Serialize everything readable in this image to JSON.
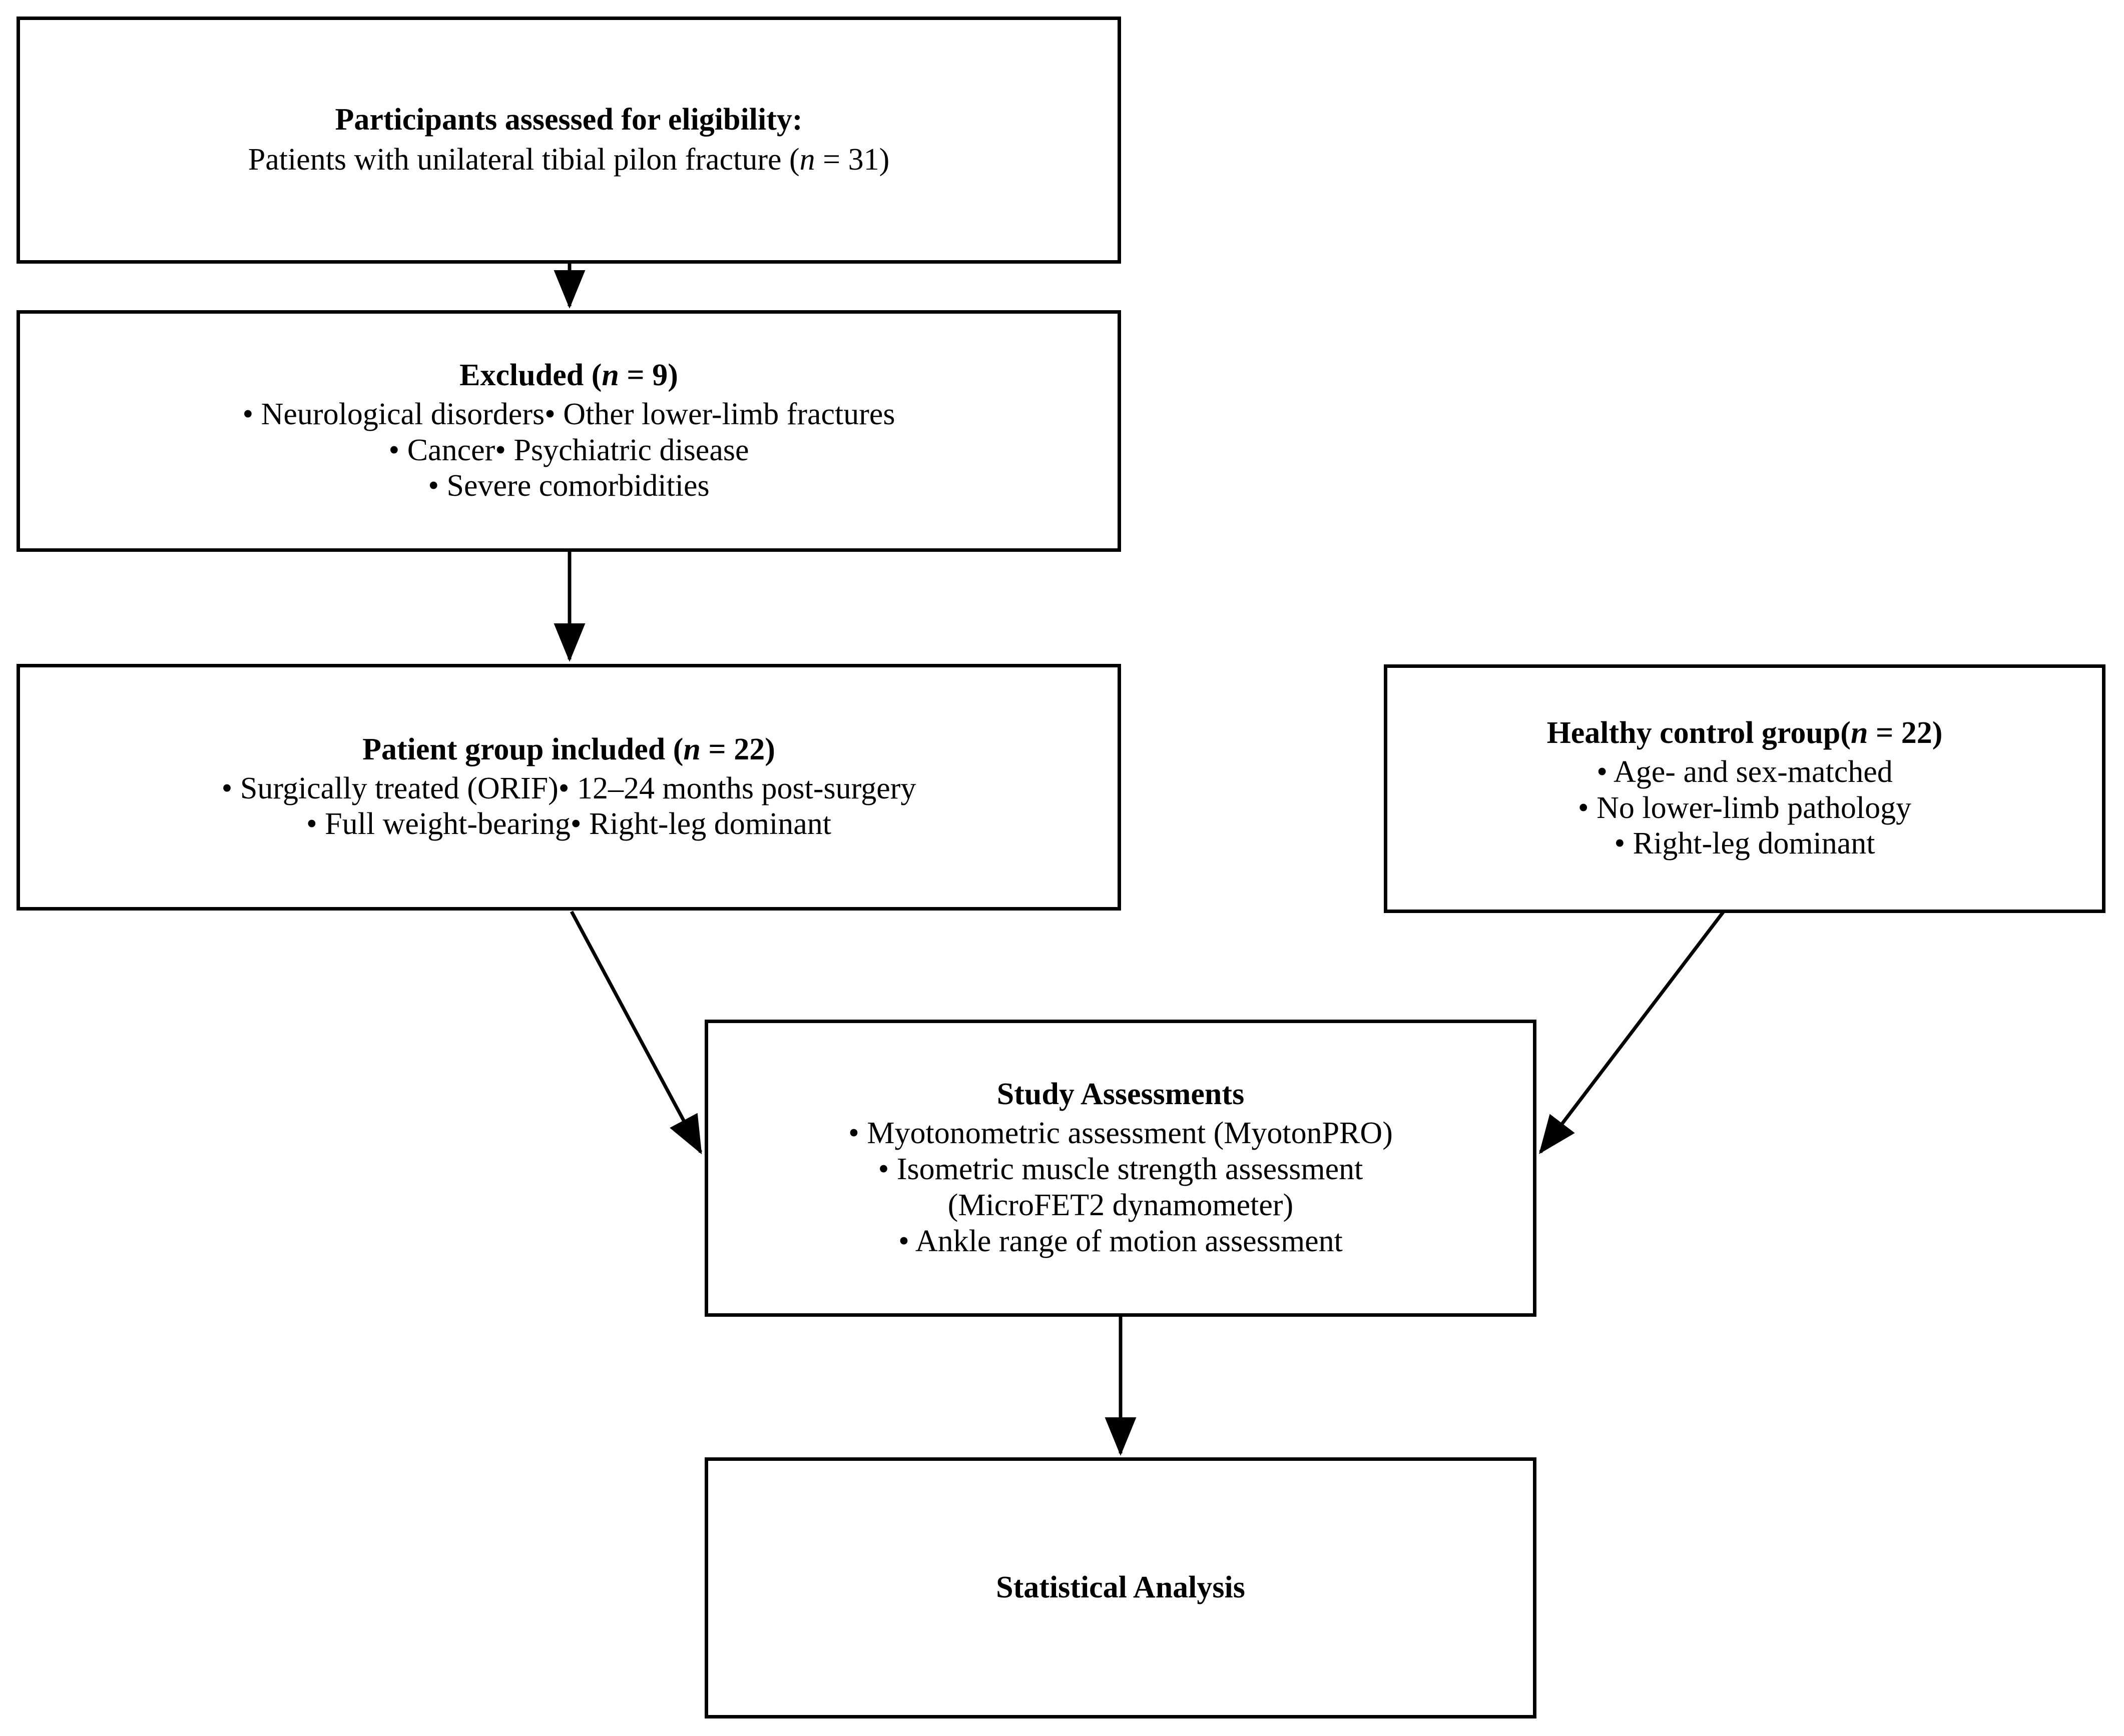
{
  "diagram": {
    "type": "flowchart",
    "title": "Study participant flow diagram",
    "nodes": [
      {
        "id": "eligibility",
        "title": "Participants assessed for eligibility:",
        "lines": [
          "Patients with unilateral tibial pilon fracture (n = 31)"
        ]
      },
      {
        "id": "excluded",
        "title": "Excluded (n = 9)",
        "lines": [
          "• Neurological disorders• Other lower-limb fractures",
          "• Cancer• Psychiatric disease",
          "• Severe comorbidities"
        ]
      },
      {
        "id": "patient-group",
        "title": "Patient group included (n = 22)",
        "lines": [
          "• Surgically treated (ORIF)• 12–24 months post-surgery",
          "• Full weight-bearing• Right-leg dominant"
        ]
      },
      {
        "id": "control-group",
        "title": "Healthy control group(n = 22)",
        "lines": [
          "• Age- and sex-matched",
          "• No lower-limb pathology",
          "• Right-leg dominant"
        ]
      },
      {
        "id": "assessments",
        "title": "Study Assessments",
        "lines": [
          "•   Myotonometric assessment (MyotonPRO)",
          "•   Isometric muscle strength assessment",
          "(MicroFET2 dynamometer)",
          "•   Ankle range of motion assessment"
        ]
      },
      {
        "id": "statistics",
        "title": "Statistical Analysis",
        "lines": []
      }
    ],
    "edges": [
      {
        "id": "eligibility-to-excluded",
        "from": "eligibility",
        "to": "excluded",
        "kind": "vertical-arrow"
      },
      {
        "id": "excluded-to-patient-group",
        "from": "excluded",
        "to": "patient-group",
        "kind": "vertical-arrow"
      },
      {
        "id": "patient-group-to-assessments",
        "from": "patient-group",
        "to": "assessments",
        "kind": "diagonal-arrow"
      },
      {
        "id": "control-group-to-assessments",
        "from": "control-group",
        "to": "assessments",
        "kind": "diagonal-arrow"
      },
      {
        "id": "assessments-to-statistics",
        "from": "assessments",
        "to": "statistics",
        "kind": "vertical-arrow"
      }
    ],
    "colors": {
      "stroke": "#000000",
      "fill": "#ffffff",
      "text": "#000000"
    }
  }
}
